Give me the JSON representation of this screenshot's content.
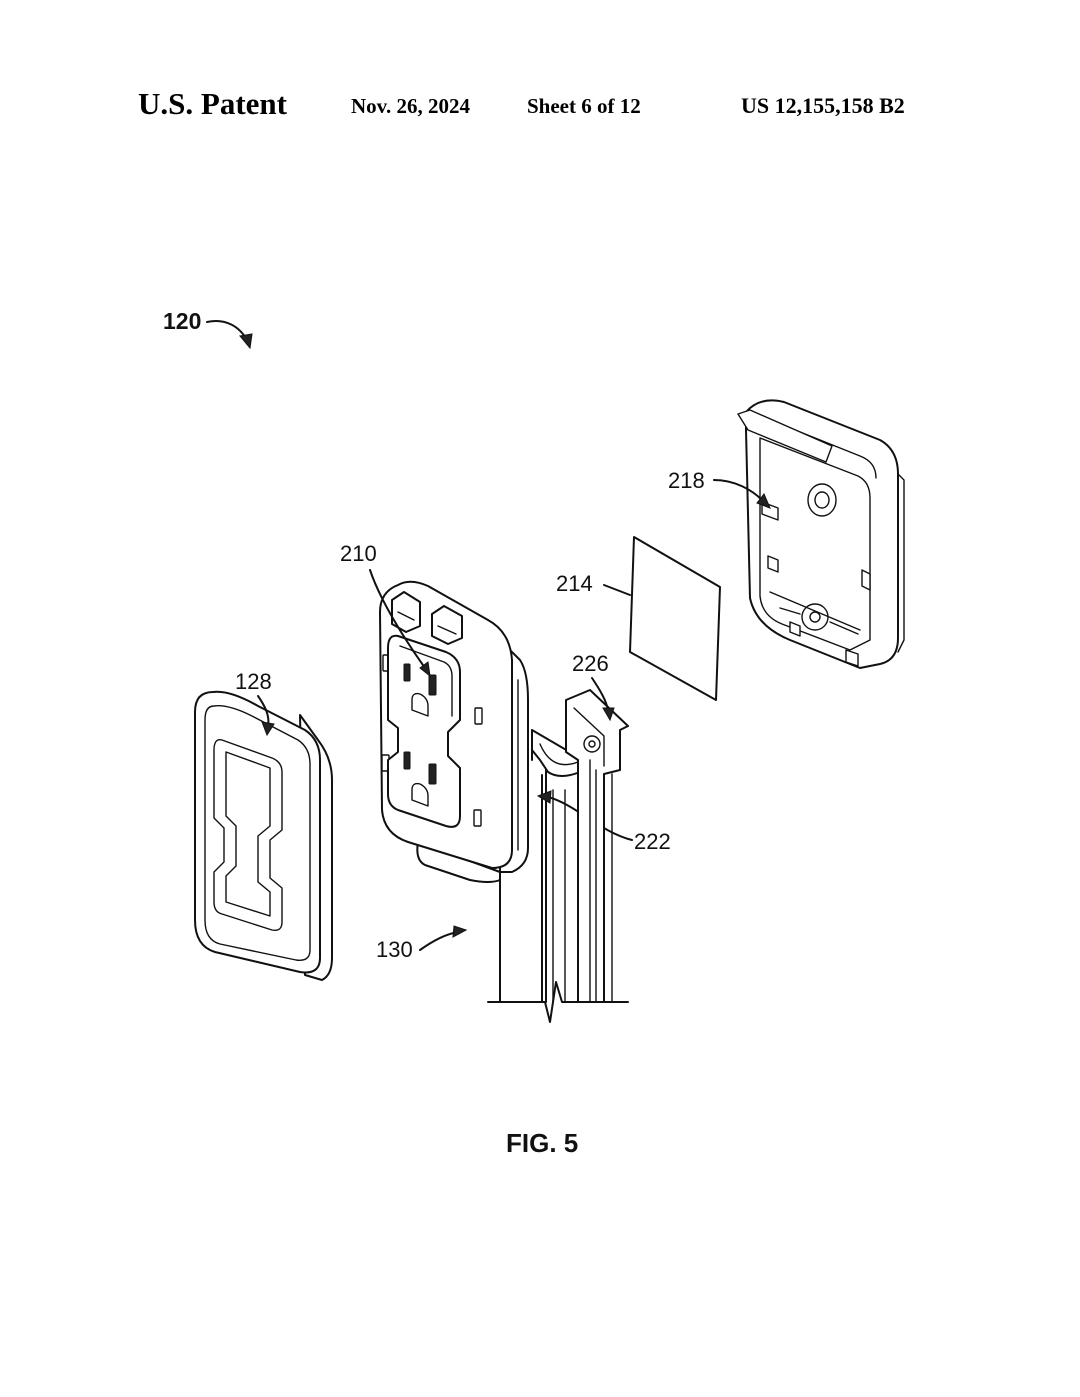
{
  "header": {
    "title": "U.S. Patent",
    "date": "Nov. 26, 2024",
    "sheet": "Sheet 6 of 12",
    "patent_number": "US 12,155,158 B2"
  },
  "figure": {
    "label": "FIG. 5",
    "refs": {
      "assembly": "120",
      "cover_plate": "128",
      "post": "130",
      "receptacle": "210",
      "insert_card": "214",
      "back_housing": "218",
      "bracket": "222",
      "clip": "226"
    }
  }
}
